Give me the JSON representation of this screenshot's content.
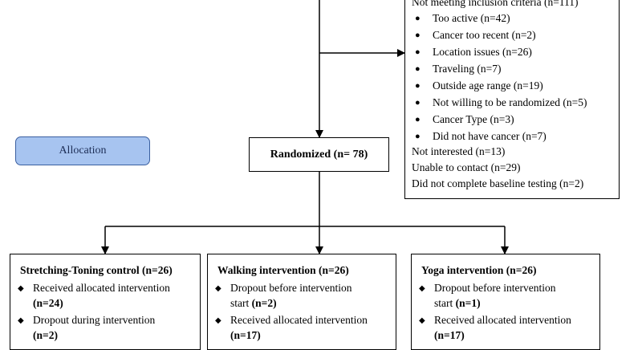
{
  "exclusion": {
    "header": "Not meeting inclusion criteria (n=111)",
    "reasons": [
      "Too active (n=42)",
      "Cancer too recent (n=2)",
      "Location issues (n=26)",
      "Traveling (n=7)",
      "Outside age range (n=19)",
      "Not willing to be randomized (n=5)",
      "Cancer Type (n=3)",
      "Did not have cancer (n=7)"
    ],
    "other": [
      "Not interested (n=13)",
      "Unable to contact (n=29)",
      "Did not complete baseline testing (n=2)"
    ]
  },
  "allocation_label": "Allocation",
  "randomized_label": "Randomized (n= 78)",
  "arms": [
    {
      "title": "Stretching-Toning control (n=26)",
      "items": [
        {
          "text": "Received allocated intervention",
          "count": "(n=24)"
        },
        {
          "text": "Dropout during intervention",
          "count": "(n=2)"
        }
      ]
    },
    {
      "title": "Walking intervention (n=26)",
      "items": [
        {
          "text": "Dropout before intervention",
          "count_prefix": "start ",
          "count": "(n=2)"
        },
        {
          "text": "Received allocated intervention",
          "count": "(n=17)"
        }
      ]
    },
    {
      "title": "Yoga intervention (n=26)",
      "items": [
        {
          "text": "Dropout before intervention",
          "count_prefix": "start ",
          "count": "(n=1)"
        },
        {
          "text": "Received allocated intervention",
          "count": "(n=17)"
        }
      ]
    }
  ]
}
